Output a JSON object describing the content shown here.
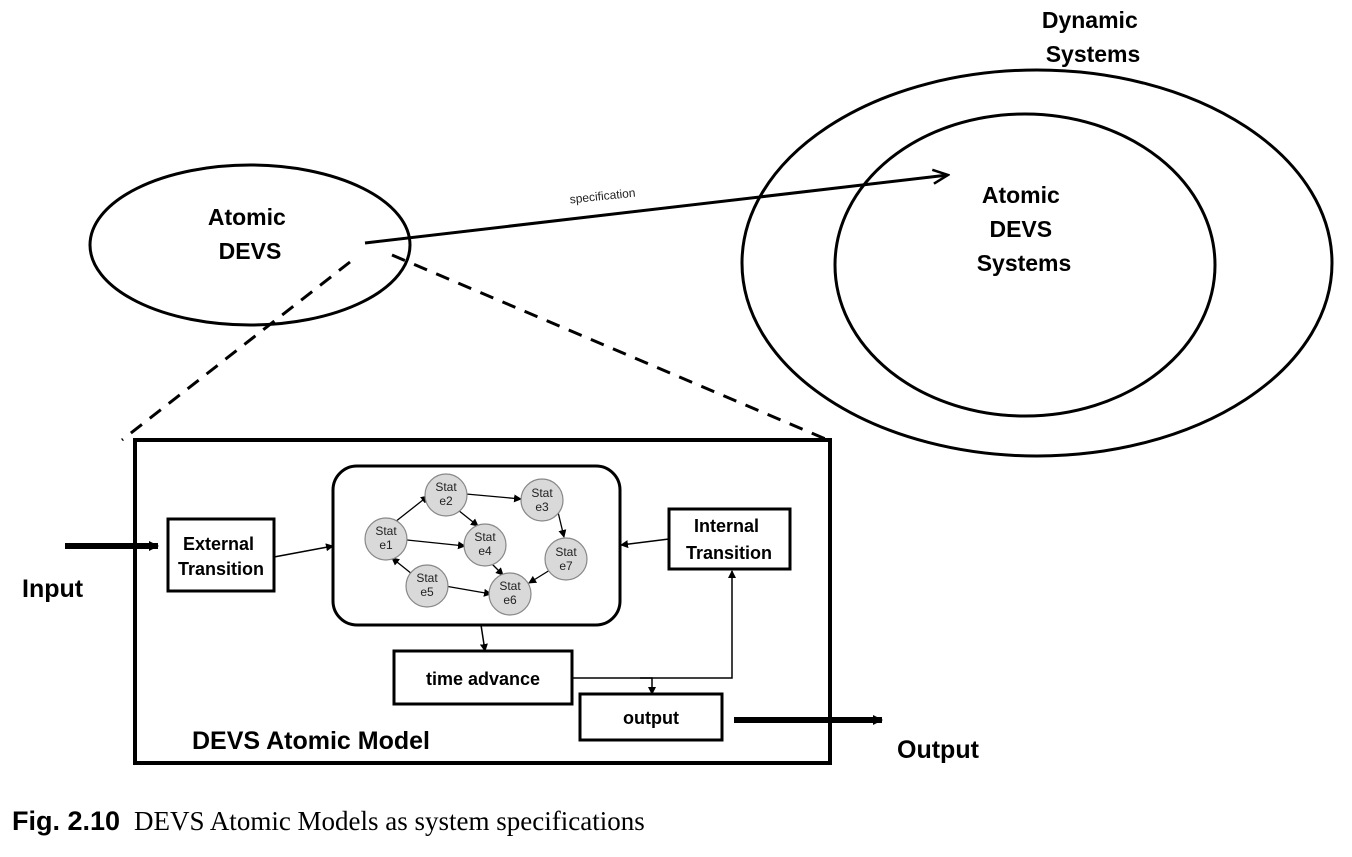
{
  "diagram": {
    "dynamic_systems": [
      "Dynamic",
      "Systems"
    ],
    "atomic_devs_systems": [
      "Atomic",
      "DEVS",
      "Systems"
    ],
    "atomic_devs": [
      "Atomic",
      "DEVS"
    ],
    "specification": "specification",
    "external_transition": [
      "External",
      "Transition"
    ],
    "internal_transition": [
      "Internal",
      "Transition"
    ],
    "time_advance": "time advance",
    "output_box": "output",
    "model_title": "DEVS Atomic Model",
    "input": "Input",
    "output": "Output",
    "states": {
      "s1": [
        "Stat",
        "e1"
      ],
      "s2": [
        "Stat",
        "e2"
      ],
      "s3": [
        "Stat",
        "e3"
      ],
      "s4": [
        "Stat",
        "e4"
      ],
      "s5": [
        "Stat",
        "e5"
      ],
      "s6": [
        "Stat",
        "e6"
      ],
      "s7": [
        "Stat",
        "e7"
      ]
    }
  },
  "caption": {
    "label": "Fig. 2.10",
    "text": "DEVS Atomic Models as system specifications"
  }
}
